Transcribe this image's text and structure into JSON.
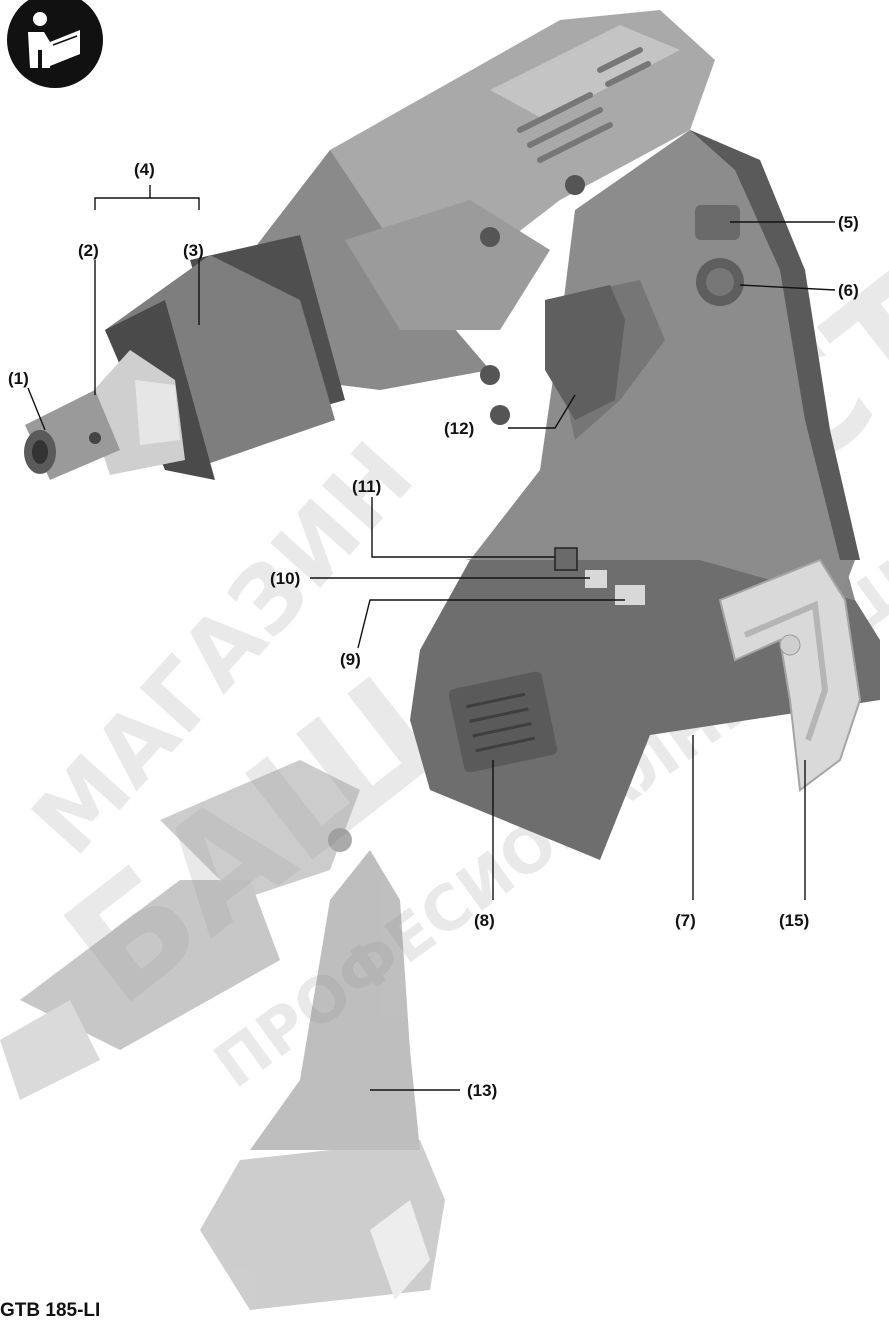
{
  "labels": {
    "p1": "(1)",
    "p2": "(2)",
    "p3": "(3)",
    "p4": "(4)",
    "p5": "(5)",
    "p6": "(6)",
    "p7": "(7)",
    "p8": "(8)",
    "p9": "(9)",
    "p10": "(10)",
    "p11": "(11)",
    "p12": "(12)",
    "p13": "(13)",
    "p15": "(15)"
  },
  "watermark": {
    "line1": "МАГАЗИН",
    "line2": "БАШ МАЙСТОР",
    "line3": "ПРОФЕСИОНАЛНИ РЕШЕНИЯ"
  },
  "model_name": "GTB 185-LI",
  "icons": [
    "read-manual-icon"
  ],
  "colors": {
    "body": "#8e8e8e",
    "light": "#bdbdbd",
    "dark": "#555555",
    "label": "#111111"
  }
}
